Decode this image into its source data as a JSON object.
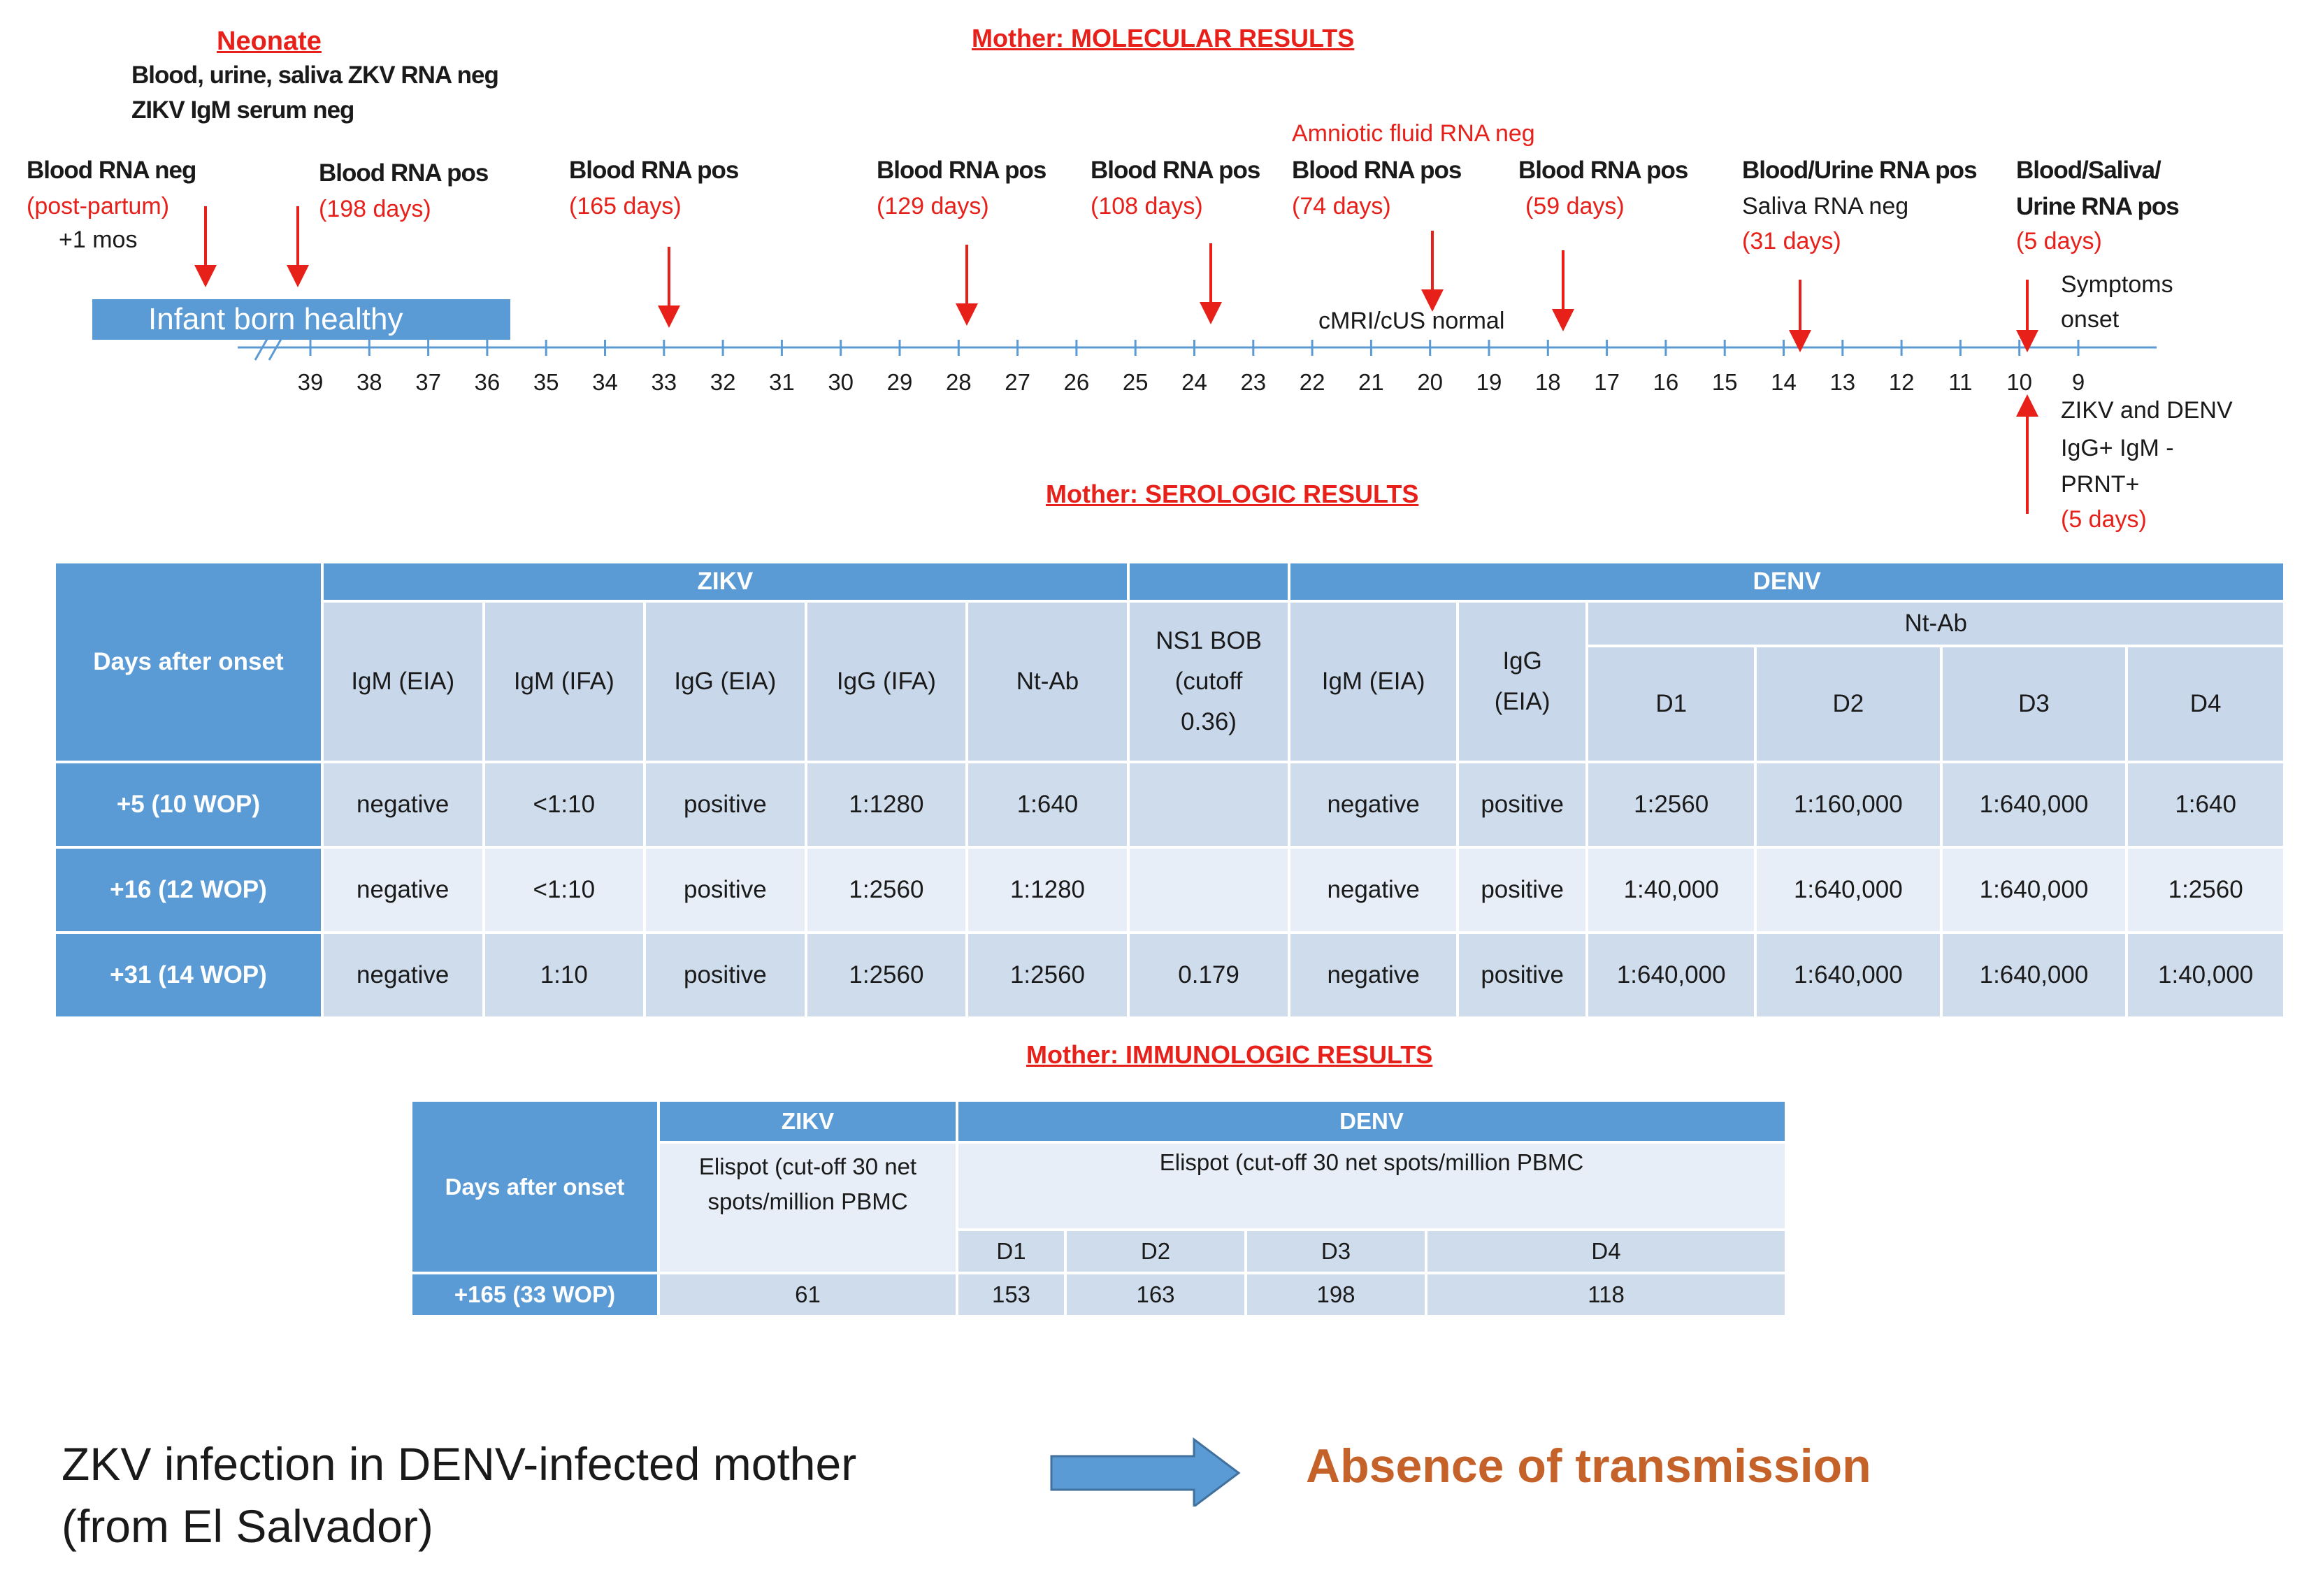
{
  "headers": {
    "neonate": "Neonate",
    "molecular": "Mother: MOLECULAR RESULTS",
    "serologic": "Mother: SEROLOGIC  RESULTS",
    "immunologic": "Mother: IMMUNOLOGIC  RESULTS"
  },
  "neonate_lines": [
    "Blood, urine, saliva ZKV RNA neg",
    "ZIKV IgM serum neg"
  ],
  "infant_box": "Infant born healthy",
  "timeline": {
    "ticks": [
      39,
      38,
      37,
      36,
      35,
      34,
      33,
      32,
      31,
      30,
      29,
      28,
      27,
      26,
      25,
      24,
      23,
      22,
      21,
      20,
      19,
      18,
      17,
      16,
      15,
      14,
      13,
      12,
      11,
      10,
      9
    ],
    "events": [
      {
        "title": "Blood RNA neg",
        "days": "(post-partum)",
        "extra": "+1 mos"
      },
      {
        "title": "Blood RNA pos",
        "days": "(198 days)"
      },
      {
        "title": "Blood RNA pos",
        "days": "(165 days)"
      },
      {
        "title": "Blood RNA pos",
        "days": "(129 days)"
      },
      {
        "title": "Blood RNA pos",
        "days": "(108 days)"
      },
      {
        "pre": "Amniotic fluid RNA neg",
        "title": "Blood RNA pos",
        "days": "(74 days)"
      },
      {
        "title": "Blood RNA pos",
        "days": "(59 days)"
      },
      {
        "title": "Blood/Urine RNA pos",
        "extra": "Saliva RNA neg",
        "days": "(31 days)"
      },
      {
        "title": "Blood/Saliva/",
        "title2": "Urine RNA pos",
        "days": "(5 days)"
      }
    ],
    "cmri": "cMRI/cUS  normal",
    "symptoms": [
      "Symptoms",
      "onset"
    ],
    "serology_note": [
      "ZIKV and DENV",
      "IgG+ IgM -",
      "PRNT+"
    ],
    "serology_days": "(5 days)"
  },
  "serologic_table": {
    "days_header": "Days after onset",
    "zikv": "ZIKV",
    "denv": "DENV",
    "ns1": [
      "NS1 BOB",
      "(cutoff",
      "0.36)"
    ],
    "zikv_cols": [
      "IgM (EIA)",
      "IgM (IFA)",
      "IgG (EIA)",
      "IgG (IFA)",
      "Nt-Ab"
    ],
    "denv_igm": "IgM (EIA)",
    "denv_igg": [
      "IgG",
      "(EIA)"
    ],
    "ntab": "Nt-Ab",
    "serotypes": [
      "D1",
      "D2",
      "D3",
      "D4"
    ],
    "rows": [
      {
        "day": "+5 (10 WOP)",
        "cells": [
          "negative",
          "<1:10",
          "positive",
          "1:1280",
          "1:640",
          "",
          "negative",
          "positive",
          "1:2560",
          "1:160,000",
          "1:640,000",
          "1:640"
        ]
      },
      {
        "day": "+16 (12 WOP)",
        "cells": [
          "negative",
          "<1:10",
          "positive",
          "1:2560",
          "1:1280",
          "",
          "negative",
          "positive",
          "1:40,000",
          "1:640,000",
          "1:640,000",
          "1:2560"
        ]
      },
      {
        "day": "+31 (14 WOP)",
        "cells": [
          "negative",
          "1:10",
          "positive",
          "1:2560",
          "1:2560",
          "0.179",
          "negative",
          "positive",
          "1:640,000",
          "1:640,000",
          "1:640,000",
          "1:40,000"
        ]
      }
    ]
  },
  "immunologic_table": {
    "days_header": "Days after onset",
    "zikv": "ZIKV",
    "denv": "DENV",
    "zikv_elispot": [
      "Elispot (cut-off 30 net",
      "spots/million PBMC"
    ],
    "denv_elispot": "Elispot (cut-off 30 net spots/million PBMC",
    "serotypes": [
      "D1",
      "D2",
      "D3",
      "D4"
    ],
    "row": {
      "day": "+165 (33 WOP)",
      "cells": [
        "61",
        "153",
        "163",
        "198",
        "118"
      ]
    }
  },
  "summary": {
    "line1": "ZKV infection in DENV-infected mother",
    "line2": "(from El Salvador)",
    "result": "Absence of transmission"
  },
  "colors": {
    "accent_blue": "#5b9bd5",
    "red": "#e8201a",
    "result_orange": "#c5622a"
  }
}
